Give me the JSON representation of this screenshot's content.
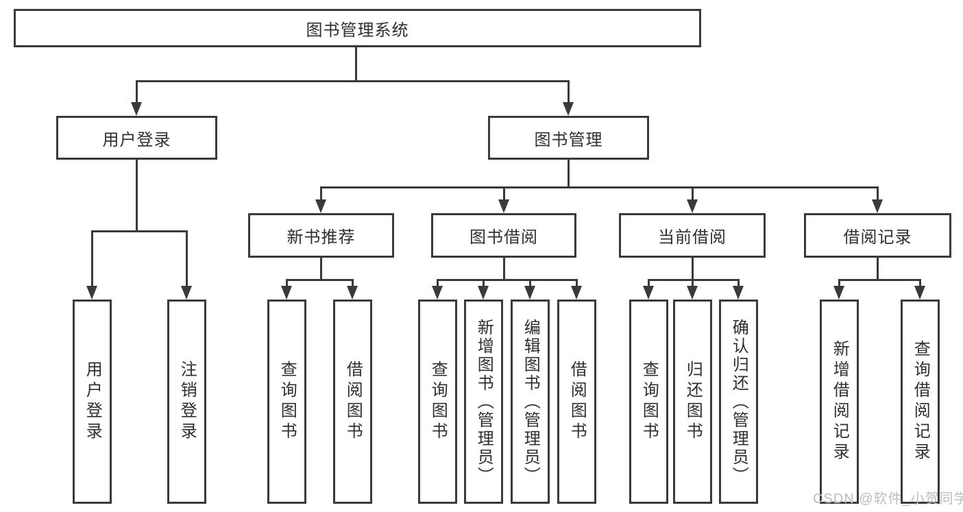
{
  "root_label": "图书管理系统",
  "branches": {
    "user_login": {
      "label": "用户登录",
      "children": [
        "用户登录",
        "注销登录"
      ]
    },
    "book_mgmt": {
      "label": "图书管理"
    }
  },
  "sections": [
    {
      "label": "新书推荐",
      "children": [
        "查询图书",
        "借阅图书"
      ]
    },
    {
      "label": "图书借阅",
      "children": [
        "查询图书",
        "新增图书（管理员）",
        "编辑图书（管理员）",
        "借阅图书"
      ]
    },
    {
      "label": "当前借阅",
      "children": [
        "查询图书",
        "归还图书",
        "确认归还（管理员）"
      ]
    },
    {
      "label": "借阅记录",
      "children": [
        "新增借阅记录",
        "查询借阅记录"
      ]
    }
  ],
  "watermark": "CSDN @软件_小贺同学",
  "colors": {
    "line": "#3a3a3a",
    "text": "#2f2f2f",
    "watermark": "#bdbdbd",
    "background": "#ffffff"
  }
}
